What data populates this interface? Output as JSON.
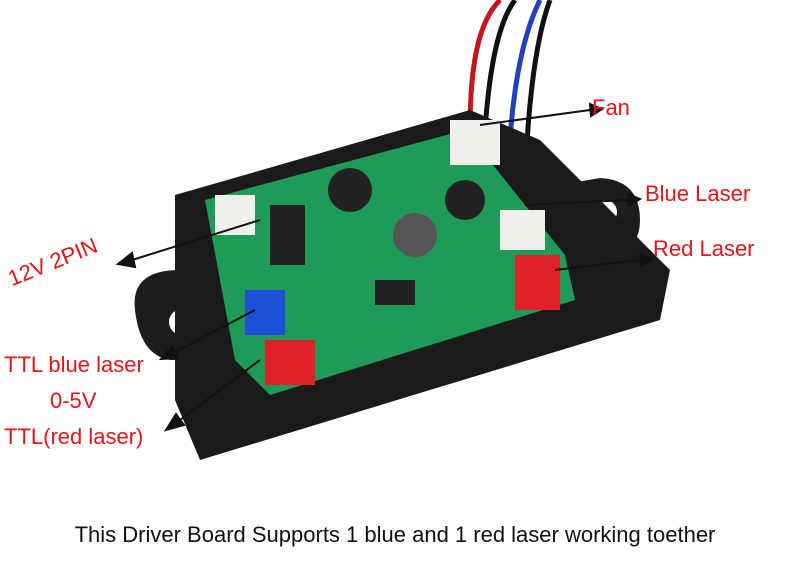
{
  "labels": {
    "fan": "Fan",
    "blue_laser": "Blue Laser",
    "red_laser": "Red Laser",
    "power": "12V 2PIN",
    "ttl_blue": "TTL blue laser",
    "voltage": "0-5V",
    "ttl_red": "TTL(red laser)"
  },
  "caption": "This Driver Board Supports 1 blue and 1 red laser working toether",
  "colors": {
    "label": "#e8141a",
    "pcb": "#1f9a57",
    "case": "#1a1a1a"
  }
}
